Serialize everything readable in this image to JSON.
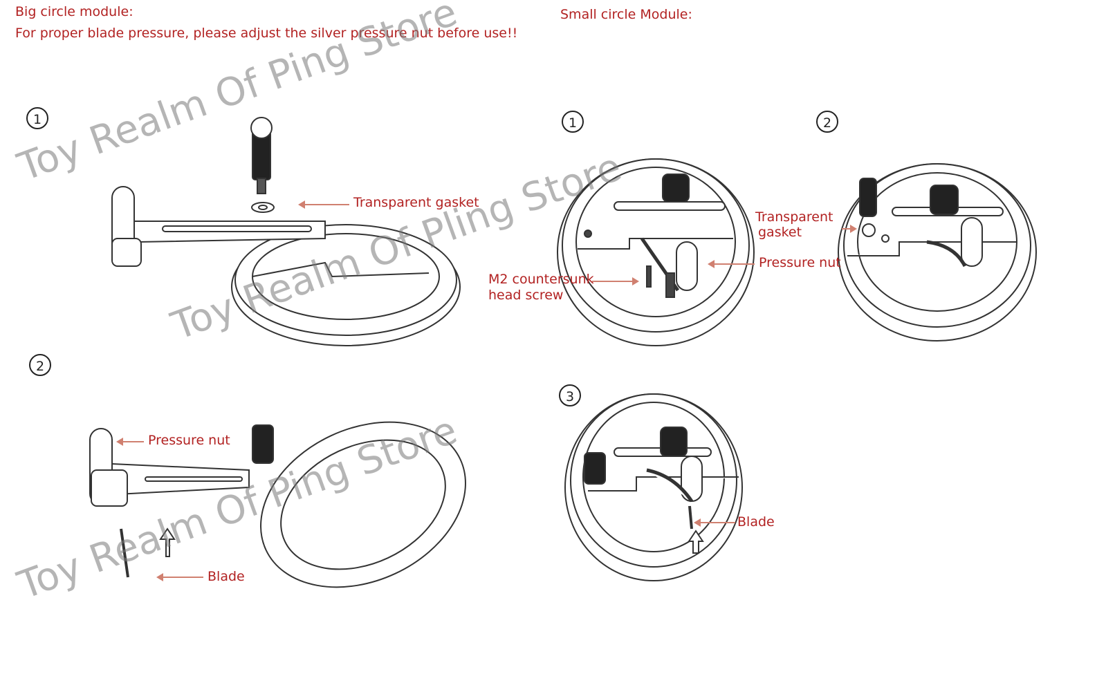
{
  "headings": {
    "big_title": "Big circle module:",
    "big_note": "For proper blade pressure, please adjust the silver pressure nut before use!!",
    "small_title": "Small circle Module:"
  },
  "steps": {
    "big_1": "1",
    "big_2": "2",
    "small_1": "1",
    "small_2": "2",
    "small_3": "3"
  },
  "labels": {
    "big1_gasket": "Transparent gasket",
    "big2_pressure_nut": "Pressure nut",
    "big2_blade": "Blade",
    "small1_screw_line1": "M2 countersunk",
    "small1_screw_line2": "head screw",
    "small2_gasket_line1": "Transparent",
    "small2_gasket_line2": "gasket",
    "small2_pressure_nut": "Pressure nut",
    "small3_blade": "Blade"
  },
  "watermarks": {
    "text1": "Toy Realm Of Ping Store",
    "text2": "Toy Realm Of Pling Store",
    "text3": "Toy Realm Of Ping Store"
  }
}
